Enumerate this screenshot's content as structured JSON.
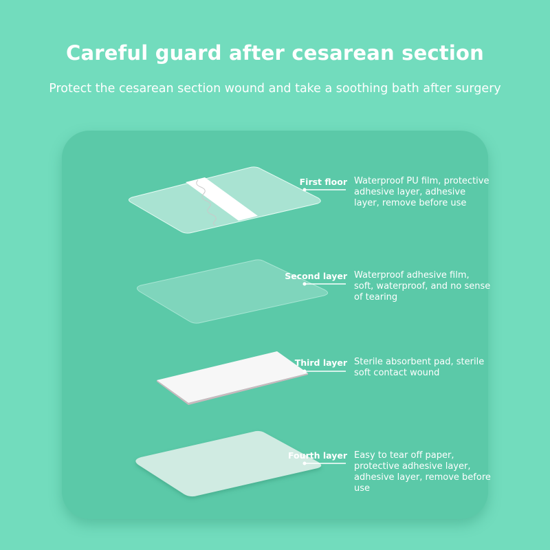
{
  "title": "Careful guard after cesarean section",
  "subtitle": "Protect the cesarean section wound and take a soothing bath after surgery",
  "layers": [
    {
      "label": "First floor",
      "description": "Waterproof PU film, protective adhesive layer, adhesive layer, remove before use"
    },
    {
      "label": "Second layer",
      "description": "Waterproof adhesive film, soft, waterproof, and no sense of tearing"
    },
    {
      "label": "Third layer",
      "description": "Sterile absorbent pad, sterile soft contact wound"
    },
    {
      "label": "Fourth layer",
      "description": "Easy to tear off paper, protective adhesive layer, adhesive layer, remove before use"
    }
  ],
  "colors": {
    "background": "#72dcbd",
    "panel": "#5bc9a8"
  }
}
